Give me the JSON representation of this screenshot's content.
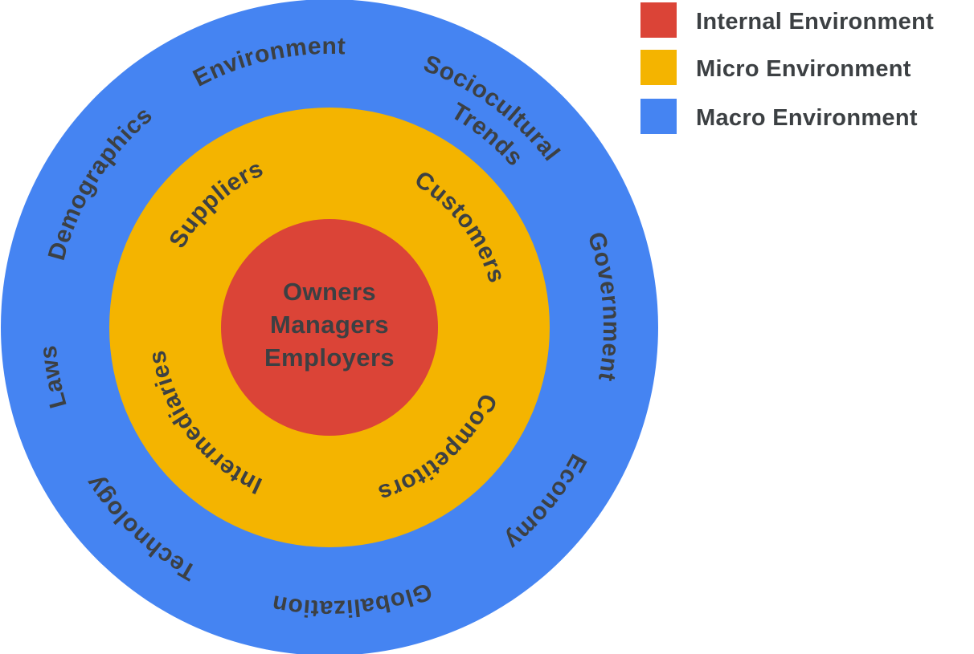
{
  "colors": {
    "internal": "#DB4437",
    "micro": "#F4B400",
    "macro": "#4584F2",
    "label_text": "#3C4043",
    "background": "#FFFFFF"
  },
  "internal_circle": {
    "lines": [
      "Owners",
      "Managers",
      "Employers"
    ]
  },
  "micro_ring": {
    "labels": [
      "Suppliers",
      "Customers",
      "Competitors",
      "Intermediaries"
    ]
  },
  "macro_ring": {
    "labels": [
      "Demographics",
      "Environment",
      "Sociocultural",
      "Trends",
      "Government",
      "Economy",
      "Globalization",
      "Technology",
      "Laws"
    ]
  },
  "legend": {
    "items": [
      {
        "label": "Internal Environment",
        "color": "#DB4437"
      },
      {
        "label": "Micro Environment",
        "color": "#F4B400"
      },
      {
        "label": "Macro Environment",
        "color": "#4584F2"
      }
    ]
  }
}
